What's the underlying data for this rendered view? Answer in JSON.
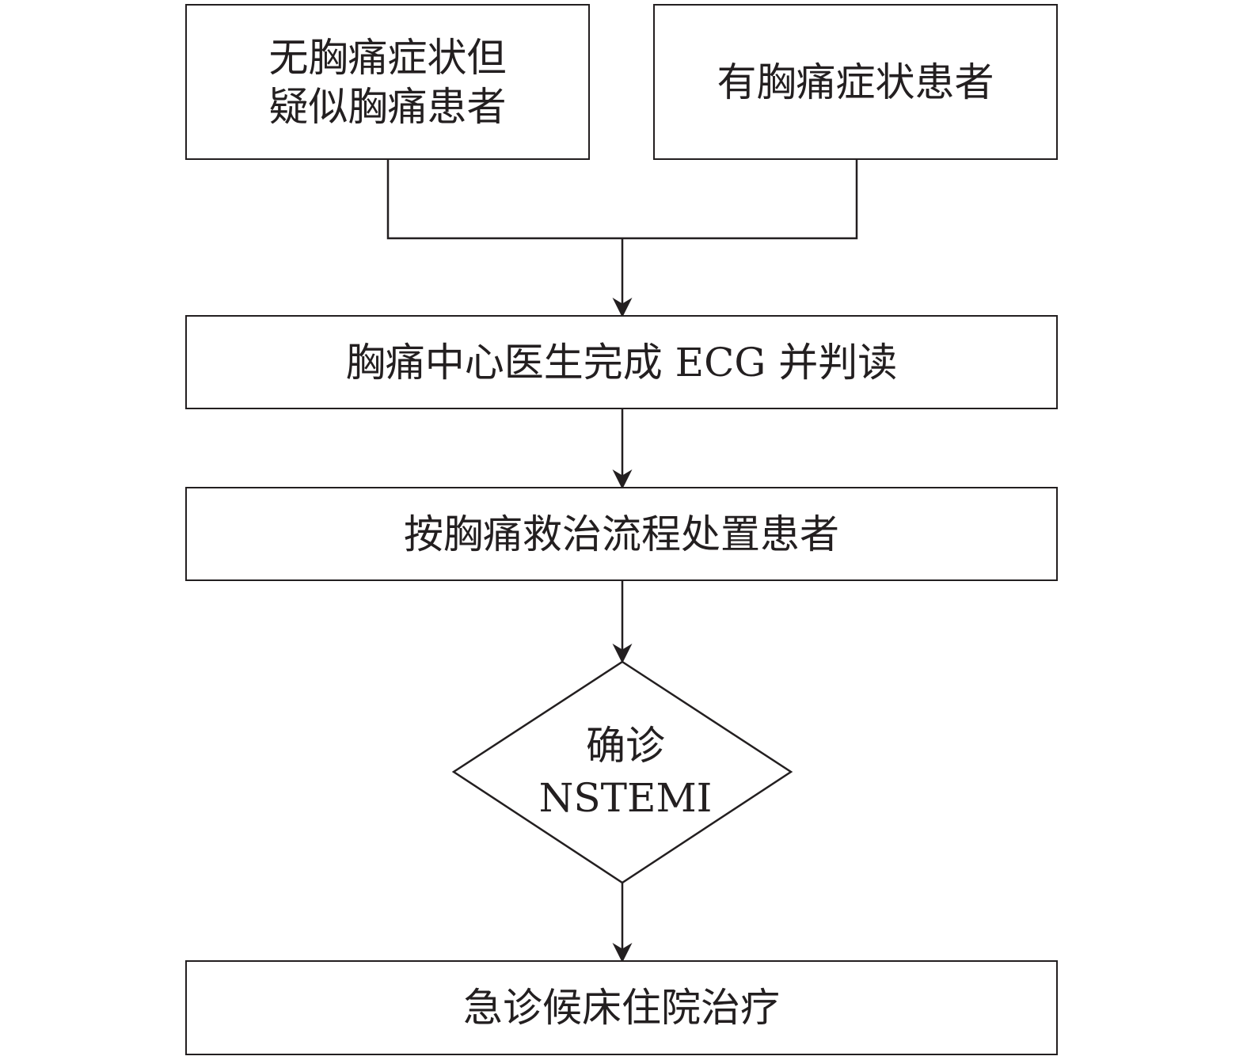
{
  "nodes": {
    "no_chest_pain": {
      "line1": "无胸痛症状但",
      "line2": "疑似胸痛患者"
    },
    "chest_pain": {
      "label": "有胸痛症状患者"
    },
    "ecg": {
      "label": "胸痛中心医生完成 ECG 并判读"
    },
    "treatment": {
      "label": "按胸痛救治流程处置患者"
    },
    "decision": {
      "line1": "确诊",
      "line2": "NSTEMI"
    },
    "admission": {
      "label": "急诊候床住院治疗"
    }
  },
  "colors": {
    "stroke": "#231f20",
    "text": "#231f20",
    "background": "#ffffff"
  }
}
